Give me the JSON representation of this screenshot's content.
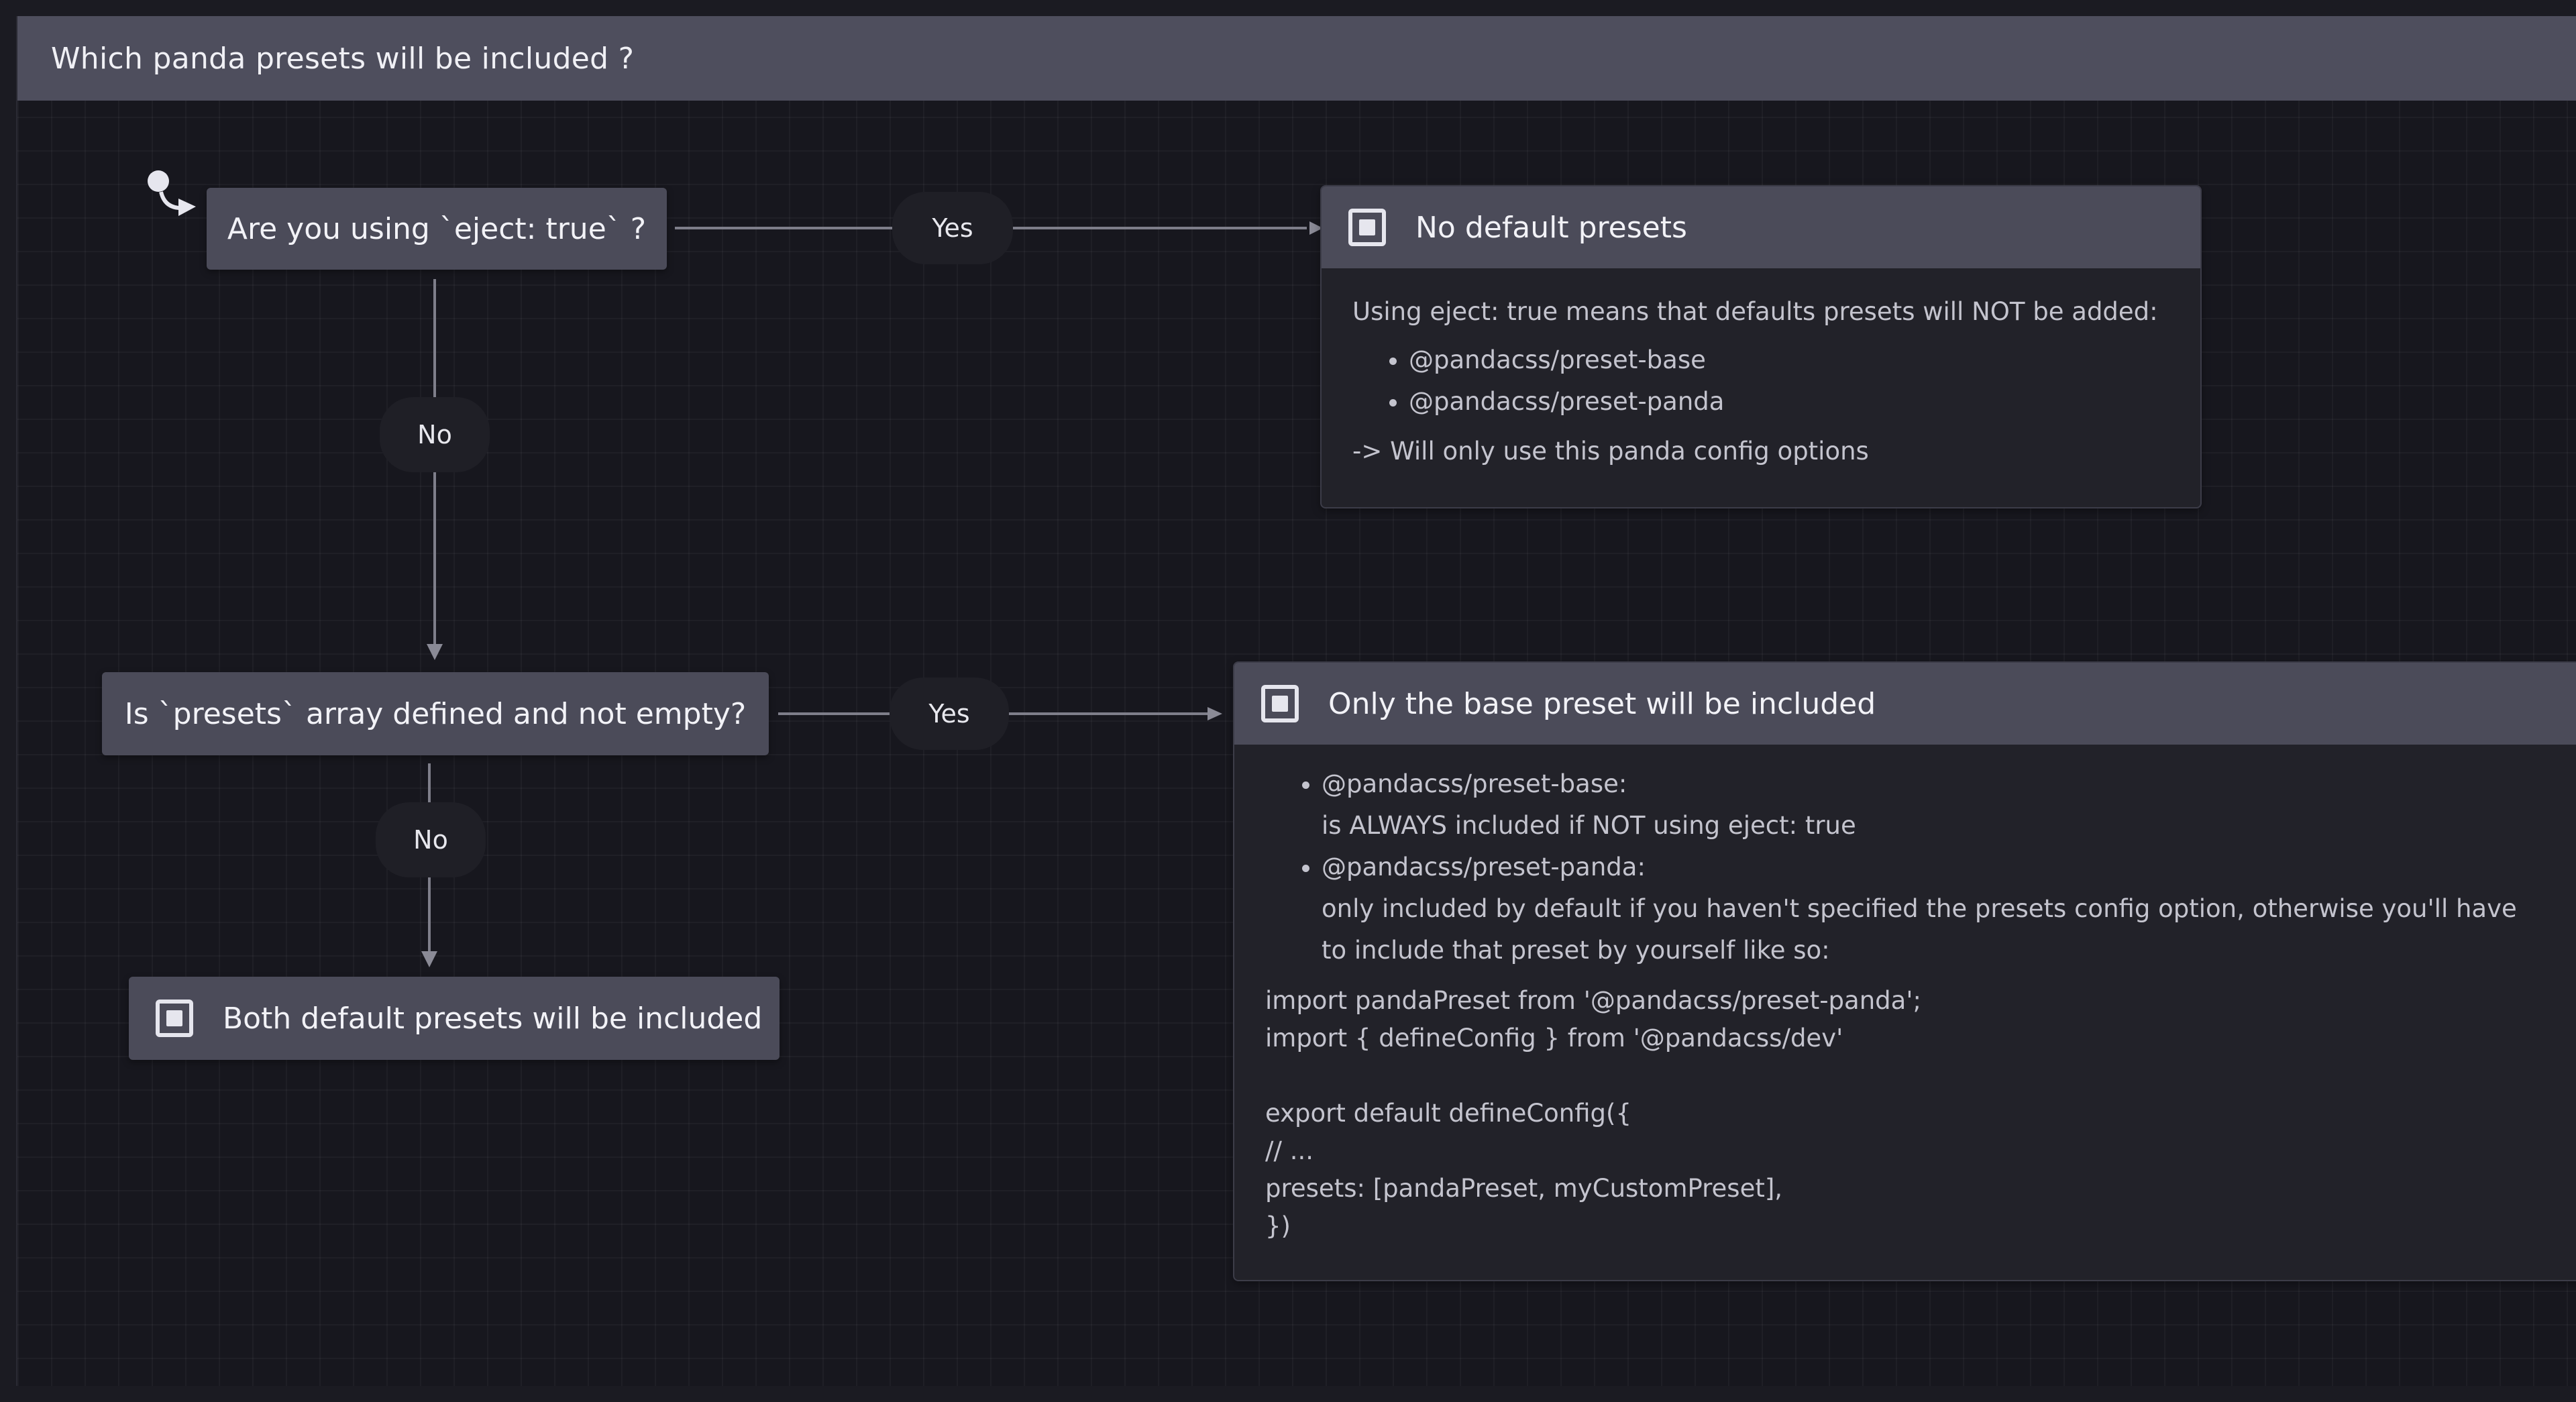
{
  "machine": {
    "title": "Which panda presets will be included ?"
  },
  "states": {
    "eject_check": {
      "label": "Are you using `eject: true` ?"
    },
    "presets_check": {
      "label": "Is `presets` array defined  and not empty?"
    },
    "both_defaults": {
      "label": "Both default presets will be included"
    },
    "no_defaults": {
      "title": "No default presets",
      "description": "Using eject: true means that defaults presets will NOT be added:",
      "items": [
        "@pandacss/preset-base",
        "@pandacss/preset-panda"
      ],
      "footer": "-> Will only use this panda config options"
    },
    "base_only": {
      "title": "Only the base preset will be included",
      "items": [
        {
          "name": "@pandacss/preset-base:",
          "detail": "is ALWAYS included if NOT using eject: true"
        },
        {
          "name": "@pandacss/preset-panda:",
          "detail": "only included by default if you haven't specified the presets config option, otherwise you'll have to include that preset by yourself like so:"
        }
      ],
      "code": [
        "import pandaPreset from '@pandacss/preset-panda';",
        "import { defineConfig } from '@pandacss/dev'",
        "",
        "export default defineConfig({",
        "// ...",
        "presets: [pandaPreset, myCustomPreset],",
        "})"
      ]
    }
  },
  "edges": {
    "eject_yes": "Yes",
    "eject_no": "No",
    "presets_yes": "Yes",
    "presets_no": "No"
  },
  "icons": {
    "initial": "initial-state-icon",
    "final": "final-state-icon"
  },
  "colors": {
    "canvas": "#17171e",
    "node": "#4b4b59",
    "card": "#222229",
    "edge": "#8a8a96",
    "text": "#e6e6ee"
  }
}
